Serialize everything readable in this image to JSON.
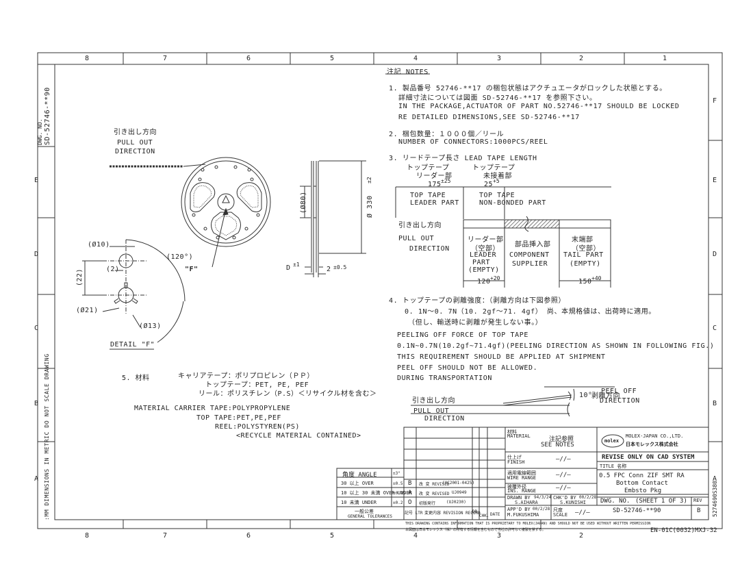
{
  "frame": {
    "top_zones": [
      "8",
      "7",
      "6",
      "5",
      "4",
      "3",
      "2",
      "1"
    ],
    "bottom_zones": [
      "8",
      "7",
      "6",
      "5",
      "4",
      "3",
      "2"
    ],
    "right_zones": [
      "F",
      "E",
      "D",
      "C",
      "B",
      "A"
    ],
    "left_zones": [
      "E",
      "D",
      "C",
      "B",
      "A"
    ],
    "dwg_no_label": "DWG. NO.",
    "dwg_no_value": "SD-52746-**90",
    "left_margin_note": ":MM DIMENSIONS IN METRIC DO NOT SCALE DRAWING",
    "right_margin_code": "5274690S380"
  },
  "reel": {
    "pull_out_jp": "引き出し方向",
    "pull_out_en1": "PULL OUT",
    "pull_out_en2": "DIRECTION",
    "f_label": "\"F\"",
    "dim_80": "(Ø80)",
    "dim_330": "Ø 330",
    "dim_330_tol": "±2",
    "dim_d": "D",
    "dim_d_sup": "±1",
    "dim_2": "2",
    "dim_2_tol": "±0.5"
  },
  "detail": {
    "d10": "(Ø10)",
    "d2": "(2)",
    "d22": "(22)",
    "d21": "(Ø21)",
    "angle": "(120°)",
    "d13": "(Ø13)",
    "title": "DETAIL \"F\""
  },
  "material": {
    "jp_head": "5. 材料",
    "jp1": "キャリアテープ：ポリプロピレン（ＰＰ）",
    "jp2": "トップテープ：PET, PE, PEF",
    "jp3": "リール：ポリスチレン（P.S）＜リサイクル材を含む＞",
    "en1": "MATERIAL  CARRIER TAPE:POLYPROPYLENE",
    "en2": "TOP TAPE:PET,PE,PEF",
    "en3": "REEL:POLYSTYREN(PS)",
    "en4": "<RECYCLE MATERIAL CONTAINED>"
  },
  "notes": {
    "title": "注記 NOTES",
    "n1_jp1": "1. 製品番号 52746-**17 の梱包状態はアクチュエータがロックした状態とする。",
    "n1_jp2": "詳細寸法については図面 SD-52746-**17 を参照下さい。",
    "n1_en1": "IN THE PACKAGE,ACTUATOR OF PART NO.52746-**17 SHOULD BE LOCKED",
    "n1_en2": "RE DETAILED DIMENSIONS,SEE SD-52746-**17",
    "n2_jp": "2. 梱包数量：１０００個／リール",
    "n2_en": "NUMBER OF CONNECTORS:1000PCS/REEL",
    "n3": "3. リードテープ長さ LEAD TAPE LENGTH",
    "n4_jp": "4. トップテープの剥離強度：（剥離方向は下図参照）",
    "n4_val": "0. 1N～0. 7N（10. 2gf～71. 4gf）   尚、本規格値は、出荷時に適用。",
    "n4_jp2": "（但し、輸送時に剥離が発生しない事。）",
    "n4_en1": "PEELING OFF FORCE OF TOP TAPE",
    "n4_en2": "0.1N~0.7N(10.2gf~71.4gf)(PEELING DIRECTION AS SHOWN IN FOLLOWING FIG.)",
    "n4_en3": "THIS REQUIREMENT SHOULD BE APPLIED AT SHIPMENT",
    "n4_en4": "PEEL OFF SHOULD NOT BE ALLOWED.",
    "n4_en5": "DURING TRANSPORTATION"
  },
  "lead_tape": {
    "top_tape_leader_jp1": "トップテープ",
    "top_tape_leader_jp2": "リーダー部",
    "top_tape_nb_jp1": "トップテープ",
    "top_tape_nb_jp2": "未接着部",
    "dim_175": "175",
    "dim_175_tol": "±25",
    "dim_25": "25",
    "dim_25_tol": "+5",
    "top_tape_leader_en1": "TOP TAPE",
    "top_tape_leader_en2": "LEADER PART",
    "top_tape_nb_en1": "TOP TAPE",
    "top_tape_nb_en2": "NON-BONDED PART",
    "pull_jp": "引き出し方向",
    "pull_en1": "PULL OUT",
    "pull_en2": "DIRECTION",
    "leader_jp1": "リーダー部",
    "leader_jp2": "（空部）",
    "leader_en1": "LEADER",
    "leader_en2": "PART",
    "leader_en3": "(EMPTY)",
    "comp_jp": "部品挿入部",
    "comp_en1": "COMPONENT",
    "comp_en2": "SUPPLIER",
    "tail_jp1": "末端部",
    "tail_jp2": "（空部）",
    "tail_en1": "TAIL PART",
    "tail_en2": "(EMPTY)",
    "dim_120": "120",
    "dim_120_tol": "+20",
    "dim_150": "150",
    "dim_150_tol": "+40"
  },
  "peel": {
    "pull_jp": "引き出し方向",
    "pull_en1": "PULL OUT",
    "pull_en2": "DIRECTION",
    "peel_jp": "剥離方向",
    "peel_en1": "PEEL OFF",
    "peel_en2": "DIRECTION",
    "angle": "10°"
  },
  "title_block": {
    "angle_jp": "角度 ANGLE",
    "angle_tol": "±3°",
    "over30": "30 以上 OVER",
    "over30_tol": "±0.5",
    "range10_30": "10 以上 30 未満 OVER UNDER",
    "range_tol": "±0.25",
    "under10": "10 未満 UNDER",
    "under10_tol": "±0.2",
    "general_tol_jp": "一般公差",
    "general_tol_en": "GENERAL TOLERANCES",
    "rev_b": "B",
    "rev_b_desc": "改 変 REVISED",
    "rev_b_ref": "(UC2001-0425)",
    "rev_a": "A",
    "rev_a_desc": "改 変 REVISED",
    "rev_a_ref": "UJ0949",
    "rev_o": "O",
    "rev_o_desc": "初版発行",
    "rev_o_ref": "(UJ0230)",
    "rev_head_ltr": "記号 LTR",
    "rev_head_record": "変更内容 REVISION RECORD",
    "rev_head_dr": "DR.",
    "rev_head_chk": "CHK.",
    "rev_head_date": "DATE",
    "mat_jp": "材料",
    "mat_en": "MATERIAL",
    "mat_val_jp": "注記参照",
    "mat_val": "SEE NOTES",
    "finish_jp": "仕上げ",
    "finish_en": "FINISH",
    "finish_val": "—//—",
    "wire_jp": "適用電線範囲",
    "wire_en": "WIRE RANGE",
    "wire_val": "—//—",
    "ins_jp": "被覆外径",
    "ins_en": "INS. RANGE",
    "ins_val": "—//—",
    "drawn": "DRAWN BY",
    "drawn_date": "94/3/24",
    "drawn_name": "S.AIHARA",
    "chkd": "CHK'D BY",
    "chkd_date": "00/2/28",
    "chkd_name": "S.KUNISHI",
    "appd": "APP'D BY",
    "appd_date": "00/2/28",
    "appd_name": "M.FUKUSHIMA",
    "scale_jp": "尺度",
    "scale_en": "SCALE",
    "scale_val": "—//—",
    "company_en": "MOLEX-JAPAN CO.,LTD.",
    "company_jp": "日本モレックス株式会社",
    "logo": "molex",
    "revise_only": "REVISE ONLY ON CAD SYSTEM",
    "title_label": "TITLE 名称",
    "title1": "0.5 FPC Conn ZIF SMT RA",
    "title2": "Bottom Contact",
    "title3": "Embsto Pkg",
    "dwg_no_label": "DWG. NO.",
    "sheet": "(SHEET 1 OF 3)",
    "rev_label": "REV",
    "dwg_no": "SD-52746-**90",
    "rev": "B",
    "prop_en": "THIS DRAWING CONTAINS INFORMATION THAT IS PROPRIETARY TO MOLEX(JAPAN) AND SHOULD NOT BE USED WITHOUT WRITTEN PERMISSION",
    "prop_jp": "本図面は日本モレックス（株）の所有する情報を含むもので当社の許可なく複製を禁ずる。",
    "form_no": "EN-01C(0032)MXJ-32"
  }
}
